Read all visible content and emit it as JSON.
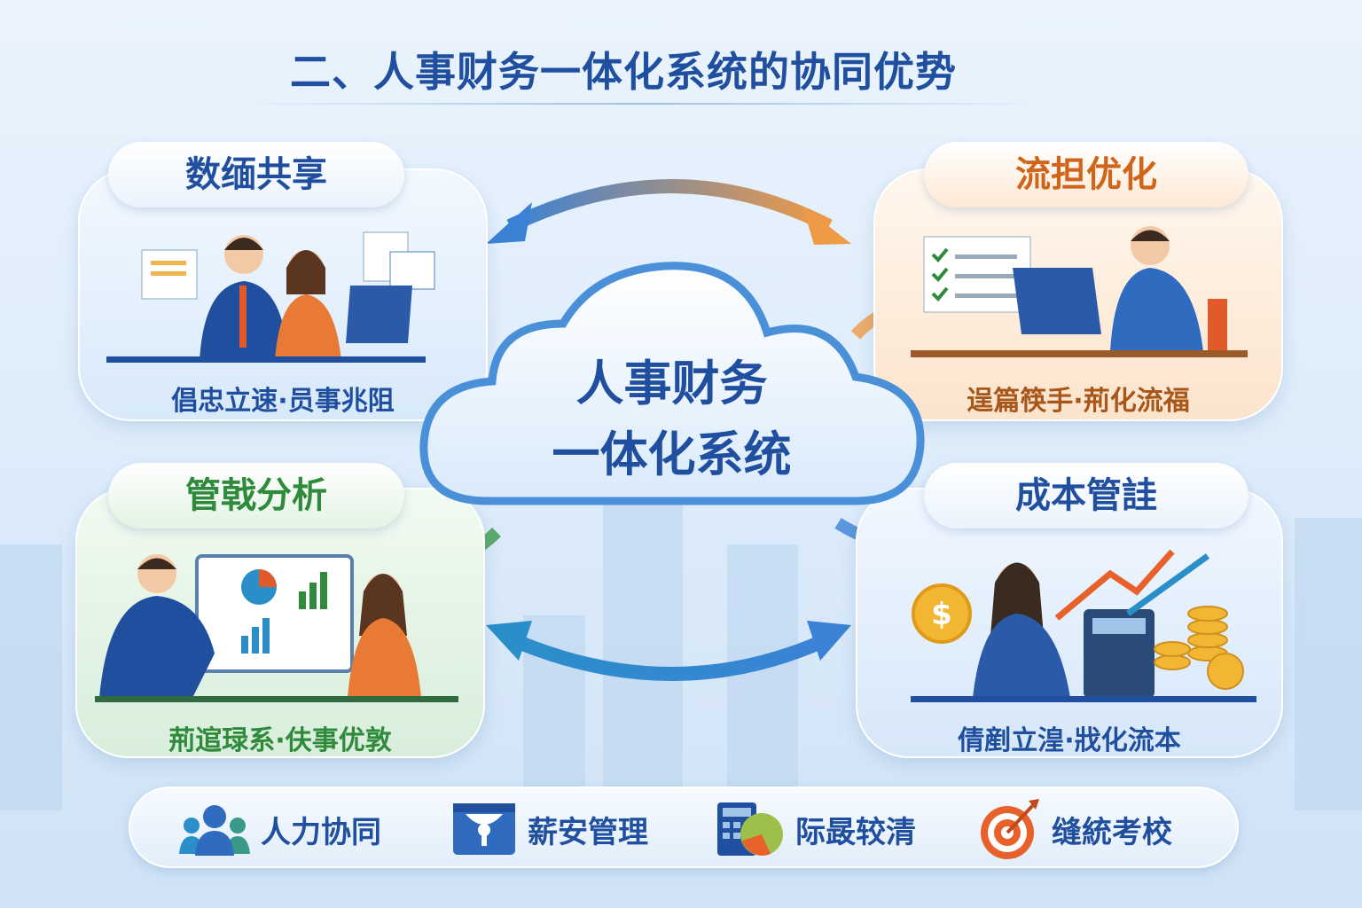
{
  "title": "二、人事财务一体化系统的协同优势",
  "center": {
    "line1": "人事财务",
    "line2": "一体化系统"
  },
  "cards": [
    {
      "title": "数缅共享",
      "subtitle": "倡忠立速·员事兆阻",
      "color": "#1f4f9e"
    },
    {
      "title": "流担优化",
      "subtitle": "逞篇筷手·荊化流福",
      "color": "#c8651a"
    },
    {
      "title": "管戟分析",
      "subtitle": "荊逭琭系·伕事优敦",
      "color": "#2f8a3c"
    },
    {
      "title": "成本管詿",
      "subtitle": "倩剷立湟·戕化流本",
      "color": "#1f4f9e"
    }
  ],
  "features": [
    {
      "label": "人力协同",
      "icon": "people-icon"
    },
    {
      "label": "薪安管理",
      "icon": "lock-box-icon"
    },
    {
      "label": "际晸较清",
      "icon": "calculator-pie-icon"
    },
    {
      "label": "缝統考校",
      "icon": "target-icon"
    }
  ],
  "colors": {
    "primary": "#1f4f9e",
    "orange": "#e8873a",
    "green": "#3a9a4a",
    "arrow_blue": "#3b82d6"
  }
}
